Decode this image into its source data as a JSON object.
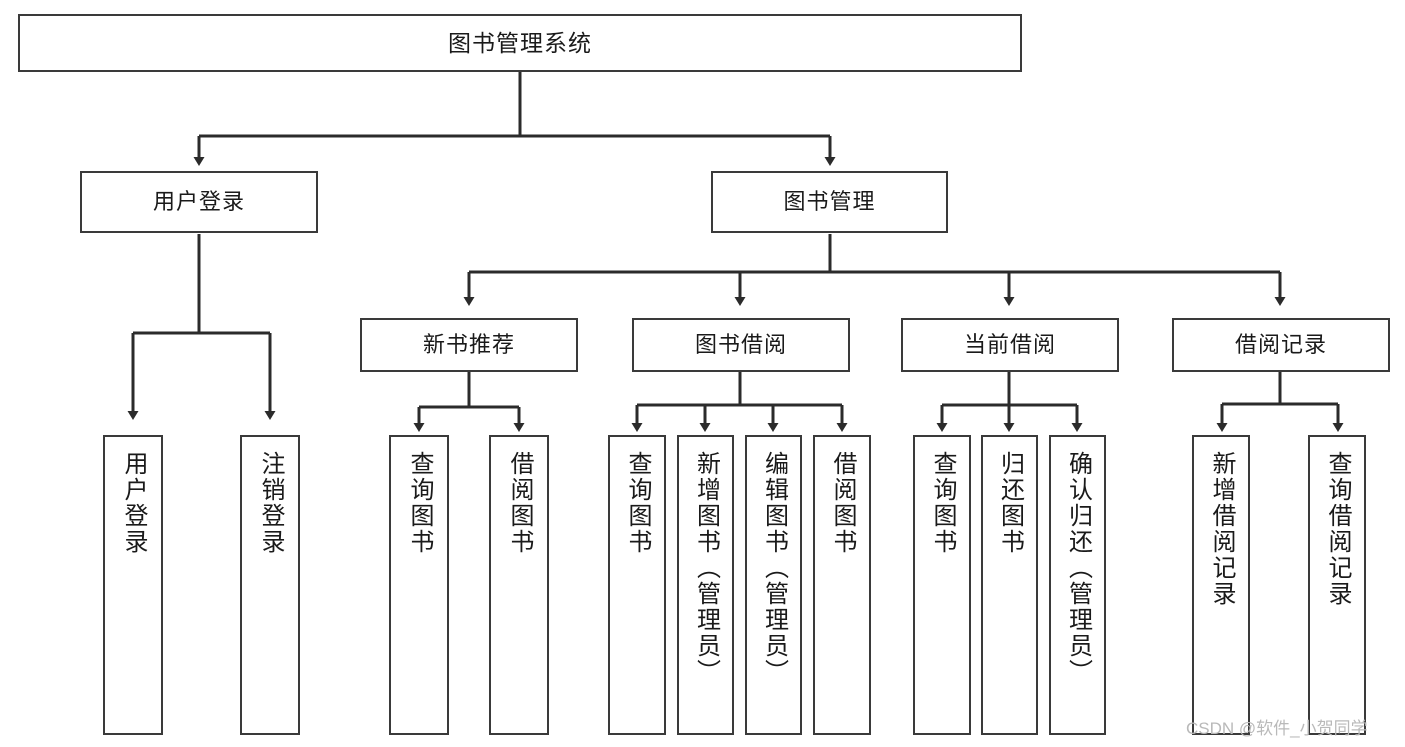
{
  "diagram": {
    "title": "图书管理系统",
    "type": "hierarchy-tree",
    "colors": {
      "box_border": "#3a3a3a",
      "box_fill": "#ffffff",
      "line": "#2b2b2b",
      "text": "#1a1a1a",
      "watermark": "#b9b9b9",
      "background": "#ffffff"
    },
    "root": {
      "label": "图书管理系统"
    },
    "level2": [
      {
        "label": "用户登录"
      },
      {
        "label": "图书管理"
      }
    ],
    "level3": [
      {
        "label": "新书推荐"
      },
      {
        "label": "图书借阅"
      },
      {
        "label": "当前借阅"
      },
      {
        "label": "借阅记录"
      }
    ],
    "leaves": {
      "user_login": [
        {
          "label": "用户登录"
        },
        {
          "label": "注销登录"
        }
      ],
      "new_book_recommend": [
        {
          "label": "查询图书"
        },
        {
          "label": "借阅图书"
        }
      ],
      "book_borrow": [
        {
          "label": "查询图书"
        },
        {
          "label": "新增图书（管理员）"
        },
        {
          "label": "编辑图书（管理员）"
        },
        {
          "label": "借阅图书"
        }
      ],
      "current_borrow": [
        {
          "label": "查询图书"
        },
        {
          "label": "归还图书"
        },
        {
          "label": "确认归还（管理员）"
        }
      ],
      "borrow_record": [
        {
          "label": "新增借阅记录"
        },
        {
          "label": "查询借阅记录"
        }
      ]
    },
    "watermark": "CSDN @软件_小贺同学"
  }
}
